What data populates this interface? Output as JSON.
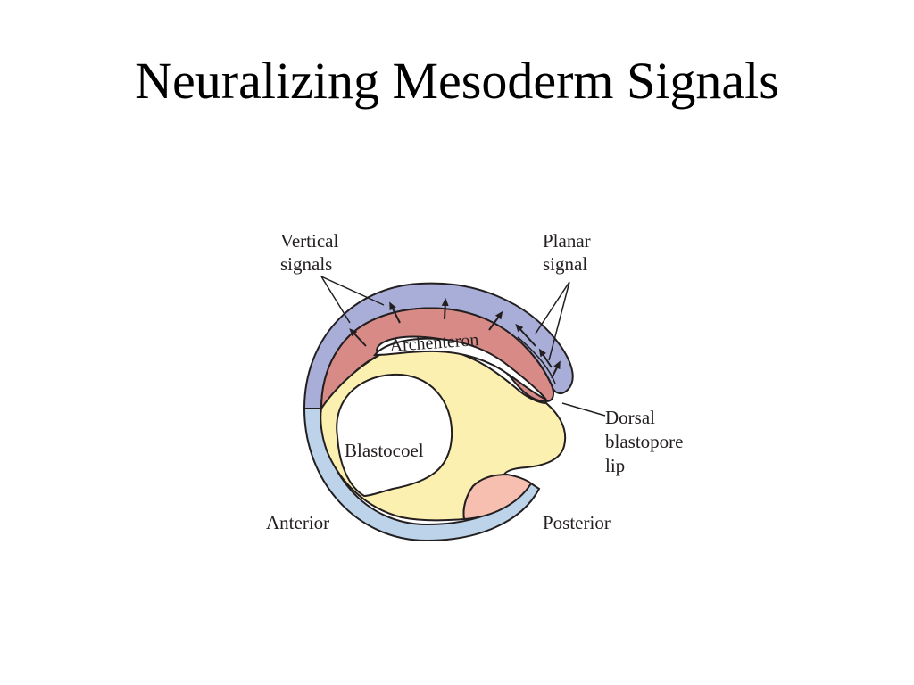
{
  "slide": {
    "title": "Neuralizing Mesoderm Signals"
  },
  "diagram": {
    "labels": {
      "vertical_signals_line1": "Vertical",
      "vertical_signals_line2": "signals",
      "planar_signal_line1": "Planar",
      "planar_signal_line2": "signal",
      "archenteron": "Archenteron",
      "blastocoel": "Blastocoel",
      "dorsal_lip_line1": "Dorsal",
      "dorsal_lip_line2": "blastopore",
      "dorsal_lip_line3": "lip",
      "anterior": "Anterior",
      "posterior": "Posterior"
    },
    "colors": {
      "ectoderm_dorsal": "#a9aed8",
      "ectoderm_ventral": "#bcd3ea",
      "mesoderm": "#d88a87",
      "endoderm": "#fbf0b0",
      "endoderm_posterior": "#f6bfb0",
      "outline": "#231f20"
    }
  }
}
